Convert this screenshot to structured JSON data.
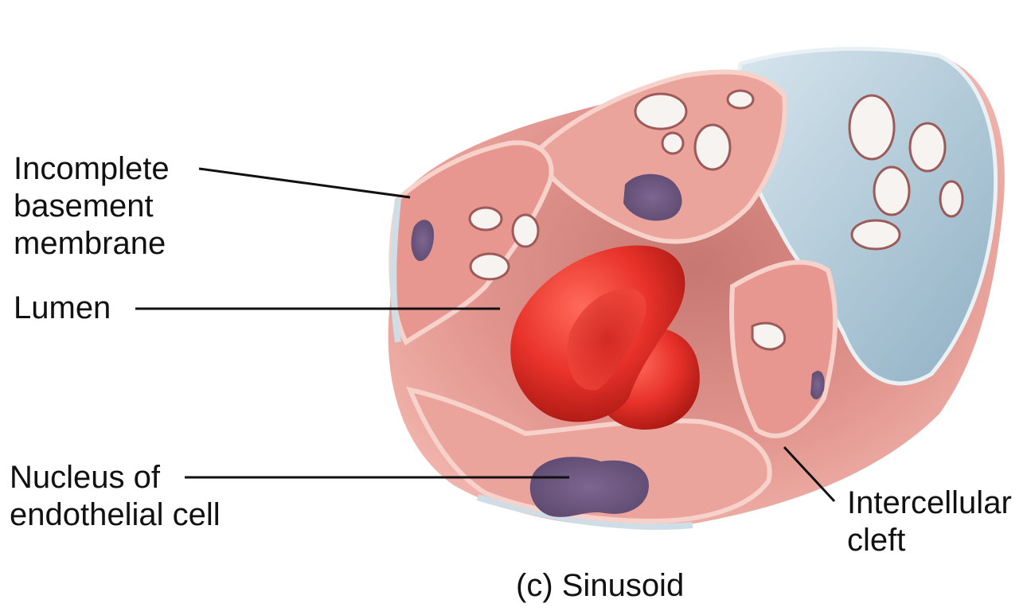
{
  "labels": {
    "basement_line1": "Incomplete",
    "basement_line2": "basement",
    "basement_line3": "membrane",
    "lumen": "Lumen",
    "nucleus_line1": "Nucleus of",
    "nucleus_line2": "endothelial cell",
    "cleft_line1": "Intercellular",
    "cleft_line2": "cleft"
  },
  "caption": "(c) Sinusoid",
  "colors": {
    "endothelium": "#e89a93",
    "endothelium_dark": "#c9716c",
    "endothelium_light": "#f4c1b9",
    "basement": "#b7cfdc",
    "nucleus": "#6f5a80",
    "rbc": "#e8322a",
    "rbc_dark": "#b51c18",
    "text": "#111111",
    "leader": "#111111"
  }
}
